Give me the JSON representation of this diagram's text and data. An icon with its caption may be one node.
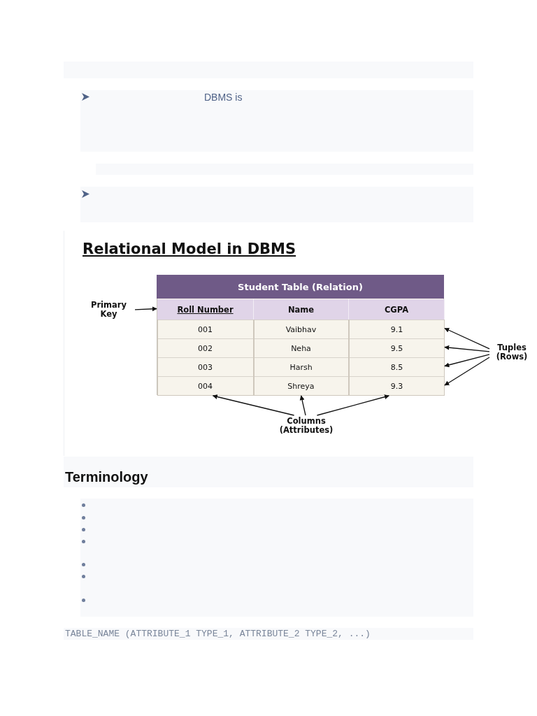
{
  "diagram": {
    "title": "Relational Model in DBMS",
    "nodes": [
      {
        "text": [
          "Student Table (Relation)"
        ]
      },
      {
        "text": [
          "Roll Number"
        ],
        "in": 0
      },
      {
        "text": [
          "Name"
        ],
        "in": 0
      },
      {
        "text": [
          "CGPA"
        ],
        "in": 0
      },
      {
        "text": [
          "001",
          "Vaibhav",
          "9.1"
        ],
        "in": 0
      },
      {
        "text": [
          "002",
          "Neha",
          "9.5"
        ],
        "in": 0
      },
      {
        "text": [
          "003",
          "Harsh",
          "8.5"
        ],
        "in": 0
      },
      {
        "text": [
          "004",
          "Shreya",
          "9.3"
        ],
        "in": 0
      },
      {
        "text": [],
        "shape": "bar",
        "in": 0
      },
      {
        "text": [],
        "shape": "bar",
        "in": 0
      },
      {
        "text": [],
        "shape": "bar",
        "in": 0
      },
      {
        "text": [
          "Primary Key"
        ]
      },
      {
        "text": [
          "Tuples (Rows)"
        ]
      },
      {
        "text": [
          "Columns (Attributes)"
        ]
      }
    ],
    "edges": [
      {
        "from": 11,
        "to": 1,
        "arrow": "to"
      },
      {
        "from": 12,
        "to": 4,
        "arrow": "to"
      },
      {
        "from": 12,
        "to": 5,
        "arrow": "to"
      },
      {
        "from": 12,
        "to": 6,
        "arrow": "to"
      },
      {
        "from": 12,
        "to": 7,
        "arrow": "to"
      },
      {
        "from": 13,
        "to": 8,
        "arrow": "to"
      },
      {
        "from": 13,
        "to": 9,
        "arrow": "to"
      },
      {
        "from": 13,
        "to": 10,
        "arrow": "to"
      }
    ],
    "labels": [
      "DBMS is",
      "Terminology",
      "TABLE_NAME (ATTRIBUTE_1 TYPE_1, ATTRIBUTE_2 TYPE_2, ...)"
    ]
  }
}
